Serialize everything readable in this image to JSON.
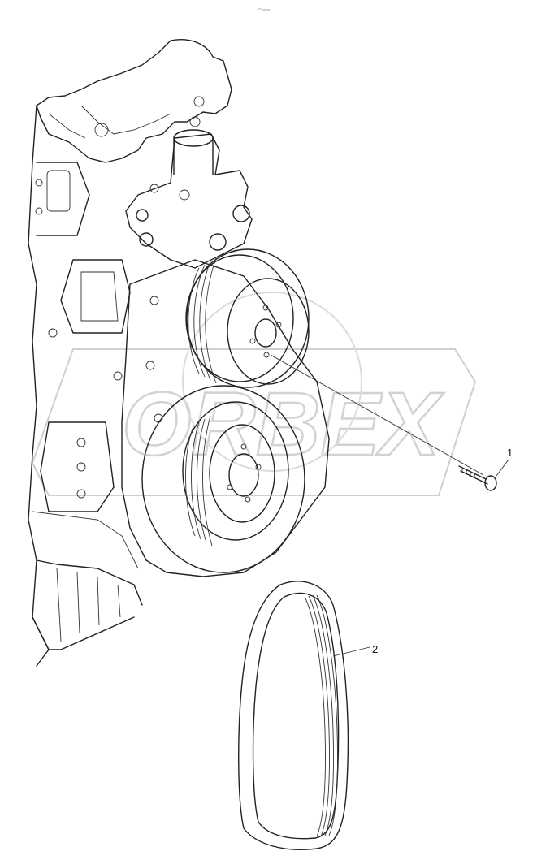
{
  "header": {
    "mark": "°° ==="
  },
  "callouts": [
    {
      "id": "bolt",
      "label": "1"
    },
    {
      "id": "belt",
      "label": "2"
    }
  ],
  "watermark": {
    "text": "ORBEX"
  }
}
